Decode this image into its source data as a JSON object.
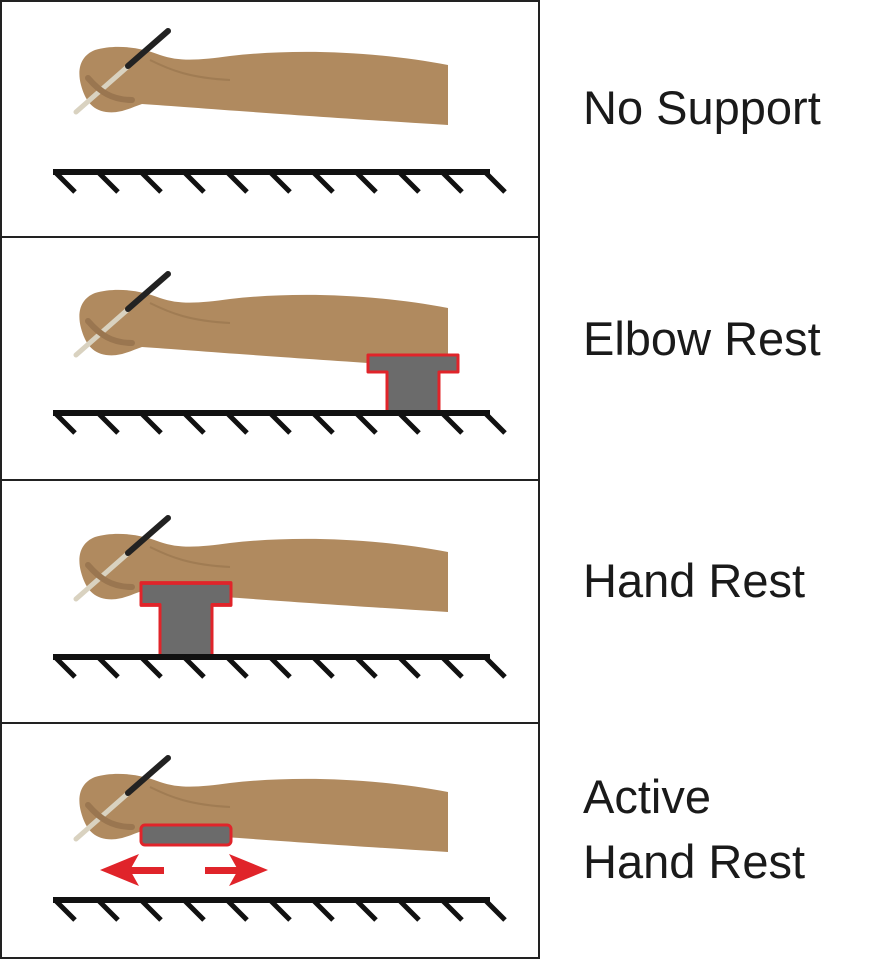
{
  "colors": {
    "skin": "#b08a5f",
    "rest_fill": "#6b6b6b",
    "rest_outline": "#e0242a",
    "arrow": "#e0242a",
    "ground": "#111111"
  },
  "panels": [
    {
      "label_lines": [
        "No Support"
      ],
      "support": "none"
    },
    {
      "label_lines": [
        "Elbow Rest"
      ],
      "support": "elbow-rest"
    },
    {
      "label_lines": [
        "Hand Rest"
      ],
      "support": "hand-rest"
    },
    {
      "label_lines": [
        "Active",
        "Hand Rest"
      ],
      "support": "active-hand-rest"
    }
  ]
}
